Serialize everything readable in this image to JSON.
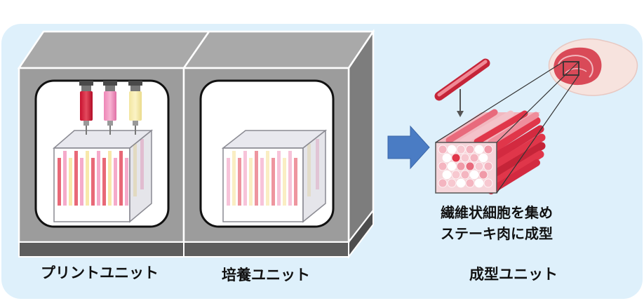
{
  "labels": {
    "print_unit": "プリントユニット",
    "culture_unit": "培養ユニット",
    "forming_unit": "成型ユニット"
  },
  "description": {
    "line1": "繊維状細胞を集め",
    "line2": "ステーキ肉に成型"
  },
  "colors": {
    "panel_background": "#def0fb",
    "machine_gray": "#a0a0a0",
    "arrow_blue": "#4a7cc4",
    "fiber_red": "#e0364a",
    "fiber_pink": "#f28eb8",
    "fiber_yellow": "#f6e08e"
  },
  "icons": [
    "syringe-red",
    "syringe-pink",
    "syringe-yellow",
    "right-arrow-icon",
    "down-arrow-icon",
    "meat-steak-icon"
  ]
}
